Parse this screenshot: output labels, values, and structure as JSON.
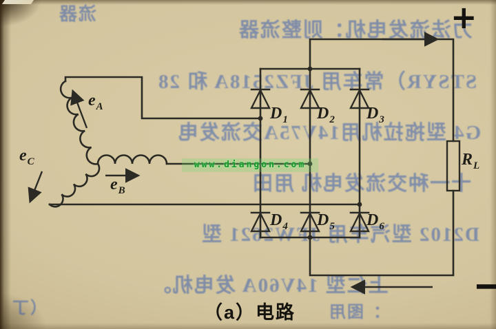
{
  "caption": "（a）电路",
  "terminals": {
    "plus": "+",
    "minus": "−"
  },
  "phase_labels": [
    {
      "base": "e",
      "sub": "A"
    },
    {
      "base": "e",
      "sub": "B"
    },
    {
      "base": "e",
      "sub": "C"
    }
  ],
  "diode_labels": [
    {
      "base": "D",
      "sub": "1"
    },
    {
      "base": "D",
      "sub": "2"
    },
    {
      "base": "D",
      "sub": "3"
    },
    {
      "base": "D",
      "sub": "4"
    },
    {
      "base": "D",
      "sub": "5"
    },
    {
      "base": "D",
      "sub": "6"
    }
  ],
  "load_label": {
    "base": "R",
    "sub": "L"
  },
  "watermark": "www.diangon.com",
  "bleedthrough_lines": [
    "力法流发电机：则整流器",
    "STSYR）常车用 JFZ2518A 和 28",
    "G4 型拖拉机用14V75A交流发电",
    "十一种交流发电机 用田",
    "D2102 型汽车用 JFW2621 型",
    "上仁型 14V60A 发电机。",
    "流器",
    "：图用",
    "（丁"
  ],
  "colors": {
    "ink": "#2b2a24",
    "paper": "#d3c59e",
    "bleed": "#2e55b0",
    "watermark": "#18982c"
  }
}
